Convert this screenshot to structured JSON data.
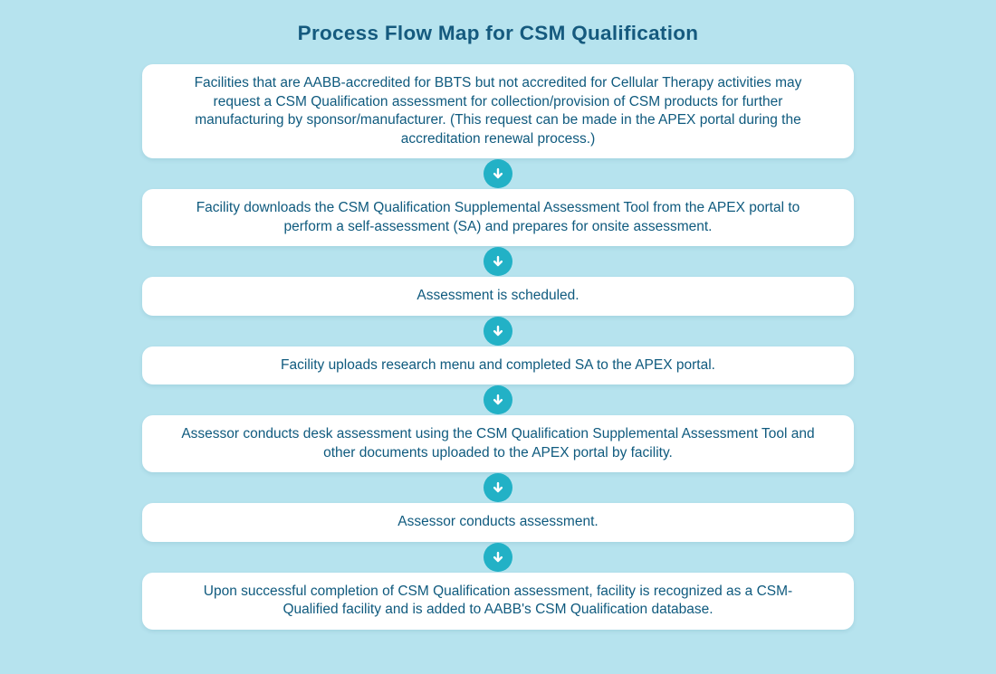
{
  "title": "Process Flow Map for CSM Qualification",
  "colors": {
    "background": "#b6e3ee",
    "box_background": "#ffffff",
    "text": "#0f5a7e",
    "arrow_circle": "#22b1c6",
    "arrow_glyph": "#ffffff"
  },
  "connector_icon": "down-arrow-icon",
  "steps": [
    {
      "text": "Facilities that are AABB-accredited for BBTS but not accredited for Cellular Therapy activities may request a CSM Qualification assessment for collection/provision of CSM products for further manufacturing by sponsor/manufacturer. (This request can be made in the APEX portal during the accreditation renewal process.)"
    },
    {
      "text": "Facility downloads the CSM Qualification Supplemental Assessment Tool from the APEX portal to perform a self-assessment (SA) and prepares for onsite assessment."
    },
    {
      "text": "Assessment is scheduled."
    },
    {
      "text": "Facility uploads research menu and completed SA to the APEX portal."
    },
    {
      "text": "Assessor conducts desk assessment using the CSM Qualification Supplemental Assessment Tool and other documents uploaded to the APEX portal by facility."
    },
    {
      "text": "Assessor conducts assessment."
    },
    {
      "text": "Upon successful completion of CSM Qualification assessment, facility is recognized as a CSM-Qualified facility and is added to AABB's CSM Qualification database."
    }
  ]
}
